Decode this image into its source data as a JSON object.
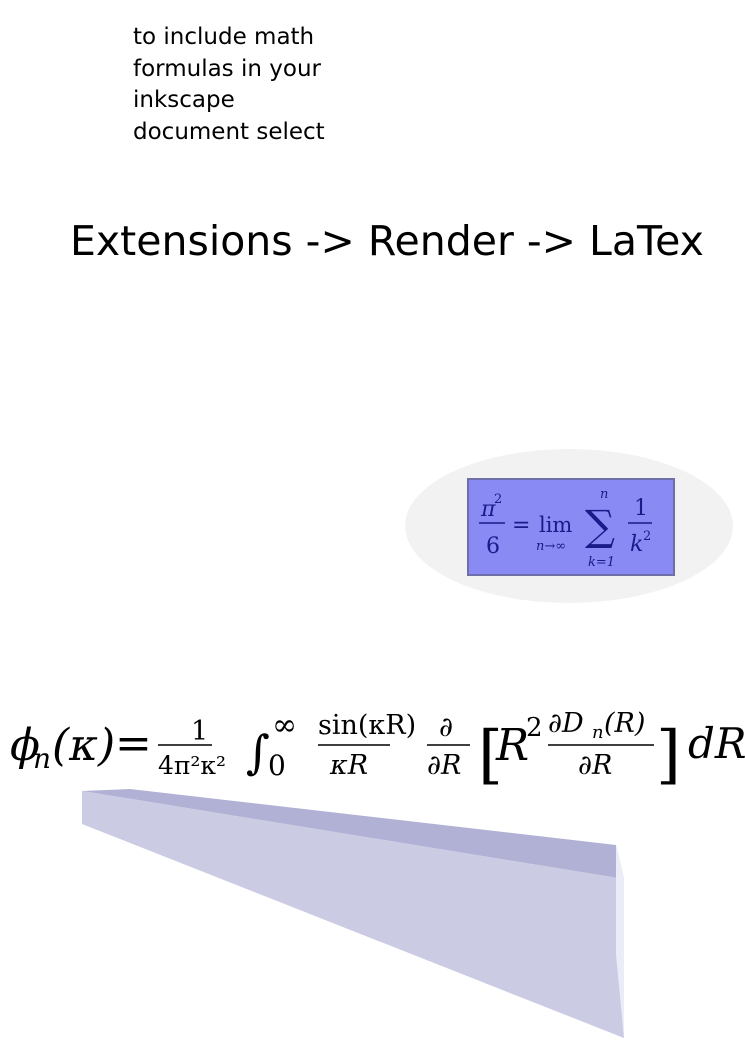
{
  "intro_text": {
    "line1": "to include math",
    "line2": "formulas in your",
    "line3": "inkscape",
    "line4": "document select"
  },
  "menu_path": "Extensions -> Render -> LaTex",
  "colors": {
    "ellipse_fill": "#f2f2f2",
    "box_fill": "#8a8af5",
    "box_stroke": "#6f6fa8",
    "formula_ink": "#1a1a8a",
    "prism_front": "#cbcbe3",
    "prism_top": "#b1b1d6",
    "prism_side": "#ececf8"
  },
  "formula_small": {
    "pi_sq": "π",
    "exp2": "2",
    "six": "6",
    "equals": "=",
    "lim": "lim",
    "lim_sub": "n→∞",
    "sum_top": "n",
    "sigma": "∑",
    "sum_bottom": "k=1",
    "one": "1",
    "k_sq": "k",
    "k_exp": "2"
  },
  "formula_large": {
    "phi": "ϕ",
    "n_sub": "n",
    "kappa_arg": "(κ)",
    "equals": "=",
    "frac1_num": "1",
    "frac1_den": "4π²κ²",
    "integral": "∫",
    "int_upper": "∞",
    "int_lower": "0",
    "frac2_num": "sin(κR)",
    "frac2_den": "κR",
    "frac3_num": "∂",
    "frac3_den": "∂R",
    "lbracket": "[",
    "r2": "R",
    "r2_exp": "2",
    "frac4_num": "∂D",
    "frac4_num_sub": "n",
    "frac4_num_tail": "(R)",
    "frac4_den": "∂R",
    "rbracket": "]",
    "dR": "dR"
  }
}
